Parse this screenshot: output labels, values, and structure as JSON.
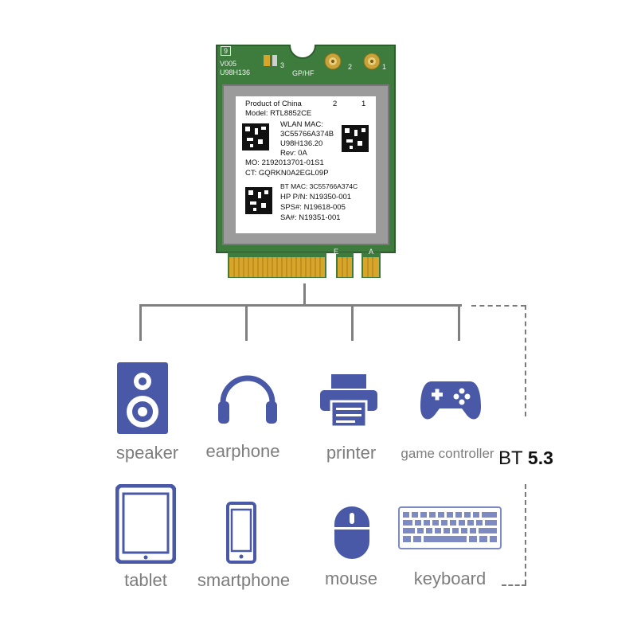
{
  "card": {
    "top_labels": {
      "box_number": "9",
      "line1": "V005",
      "line2": "U98H136",
      "gp_hf": "GP/HF",
      "pad3": "3",
      "pad2": "2",
      "pad1": "1",
      "ant_e": "E",
      "ant_a": "A"
    },
    "sticker": {
      "product": "Product of China",
      "model": "Model: RTL8852CE",
      "ant2": "2",
      "ant1": "1",
      "wlan_mac_label": "WLAN MAC:",
      "wlan_mac": "3C55766A374B",
      "part": "U98H136.20",
      "rev": "Rev: 0A",
      "mo": "MO: 2192013701-01S1",
      "ct": "CT: GQRKN0A2EGL09P",
      "bt_mac": "BT MAC: 3C55766A374C",
      "hp_pn": "HP P/N: N19350-001",
      "sps": "SPS#: N19618-005",
      "sa": "SA#: N19351-001"
    }
  },
  "devices": {
    "speaker": "speaker",
    "earphone": "earphone",
    "printer": "printer",
    "game_controller": "game controller",
    "tablet": "tablet",
    "smartphone": "smartphone",
    "mouse": "mouse",
    "keyboard": "keyboard"
  },
  "bt_badge": {
    "prefix": "BT",
    "version": "5.3"
  },
  "colors": {
    "icon": "#4a59a7",
    "label": "#7d7d7d",
    "pcb": "#3a7a3a",
    "gold": "#d6a52a",
    "shield": "#9a9a9a",
    "line": "#808080"
  }
}
